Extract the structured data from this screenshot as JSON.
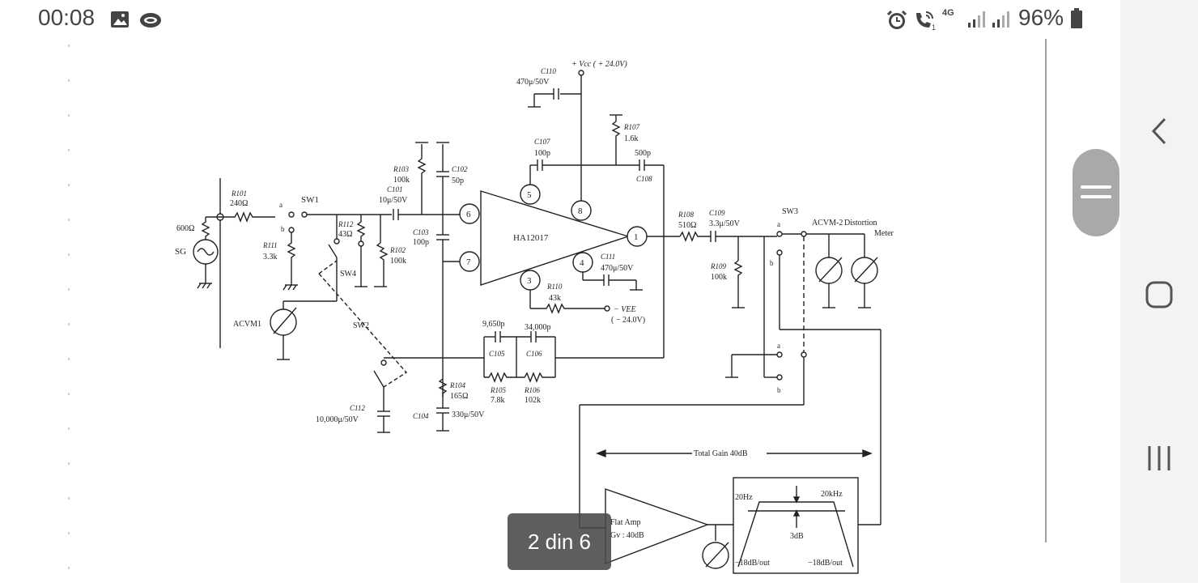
{
  "status_bar": {
    "time": "00:08",
    "network": "4G",
    "battery": "96%",
    "icons": [
      "image-icon",
      "cloud-icon",
      "alarm-icon",
      "wifi-call-icon",
      "signal-icon",
      "signal-icon",
      "battery-icon"
    ]
  },
  "viewer": {
    "page_indicator": "2 din 6"
  },
  "schematic": {
    "supply_pos": "+ Vcc ( + 24.0V)",
    "supply_neg": "− VEE",
    "supply_neg_value": "( − 24.0V)",
    "ic": "HA12017",
    "pins": [
      "5",
      "8",
      "6",
      "7",
      "1",
      "3",
      "4"
    ],
    "source": {
      "label": "SG",
      "impedance": "600Ω"
    },
    "components": {
      "r101": {
        "name": "R101",
        "value": "240Ω"
      },
      "r111": {
        "name": "R111",
        "value": "3.3k"
      },
      "r112": {
        "name": "R112",
        "value": "43Ω"
      },
      "r102": {
        "name": "R102",
        "value": "100k"
      },
      "r103": {
        "name": "R103",
        "value": "100k"
      },
      "c101": {
        "name": "C101",
        "value": "10μ/50V"
      },
      "c102": {
        "name": "C102",
        "value": "50p"
      },
      "c103": {
        "name": "C103",
        "value": "100p"
      },
      "c110": {
        "name": "C110",
        "value": "470μ/50V"
      },
      "c107": {
        "name": "C107",
        "value": "100p"
      },
      "r107": {
        "name": "R107",
        "value": "1.6k"
      },
      "c108": {
        "name": "C108",
        "value": "500p"
      },
      "c111": {
        "name": "C111",
        "value": "470μ/50V"
      },
      "r110": {
        "name": "R110",
        "value": "43k"
      },
      "r108": {
        "name": "R108",
        "value": "510Ω"
      },
      "c109": {
        "name": "C109",
        "value": "3.3μ/50V"
      },
      "r109": {
        "name": "R109",
        "value": "100k"
      },
      "c105": {
        "name": "C105",
        "value": "9,650p"
      },
      "c106": {
        "name": "C106",
        "value": "34,000p"
      },
      "r105": {
        "name": "R105",
        "value": "7.8k"
      },
      "r106": {
        "name": "R106",
        "value": "102k"
      },
      "r104": {
        "name": "R104",
        "value": "165Ω"
      },
      "c104": {
        "name": "C104",
        "value": "330μ/50V"
      },
      "c112": {
        "name": "C112",
        "value": "10,000μ/50V"
      }
    },
    "switches": [
      "SW1",
      "SW2",
      "SW3",
      "SW4"
    ],
    "switch_positions": {
      "a": "a",
      "b": "b"
    },
    "meters": {
      "acvm1": "ACVM1",
      "acvm2": "ACVM-2",
      "distortion": "Distortion",
      "meter": "Meter"
    },
    "total_gain": "Total Gain 40dB",
    "flat_amp": {
      "title": "Flat Amp",
      "gain": "Gv : 40dB"
    },
    "filter": {
      "low": "20Hz",
      "high": "20kHz",
      "ripple": "3dB",
      "slope_left": "−18dB/out",
      "slope_right": "−18dB/out"
    }
  }
}
